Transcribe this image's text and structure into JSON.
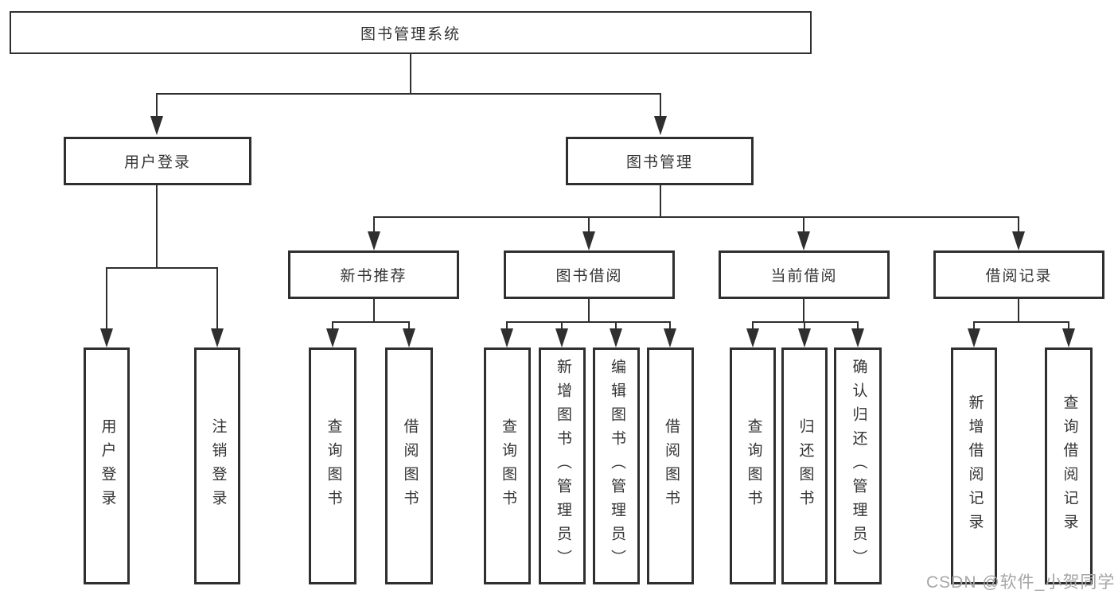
{
  "tree": {
    "root": {
      "label": "图书管理系统"
    },
    "branches": [
      {
        "label": "用户登录",
        "children": [
          "用户登录",
          "注销登录"
        ]
      },
      {
        "label": "图书管理",
        "sections": [
          {
            "label": "新书推荐",
            "children": [
              "查询图书",
              "借阅图书"
            ]
          },
          {
            "label": "图书借阅",
            "children": [
              "查询图书",
              "新增图书（管理员）",
              "编辑图书（管理员）",
              "借阅图书"
            ]
          },
          {
            "label": "当前借阅",
            "children": [
              "查询图书",
              "归还图书",
              "确认归还（管理员）"
            ]
          },
          {
            "label": "借阅记录",
            "children": [
              "新增借阅记录",
              "查询借阅记录"
            ]
          }
        ]
      }
    ]
  },
  "watermark": "CSDN @软件_小贺同学",
  "colors": {
    "line": "#2f2f2f",
    "text": "#333333",
    "watermark": "#a6a6a6",
    "background": "#ffffff"
  }
}
